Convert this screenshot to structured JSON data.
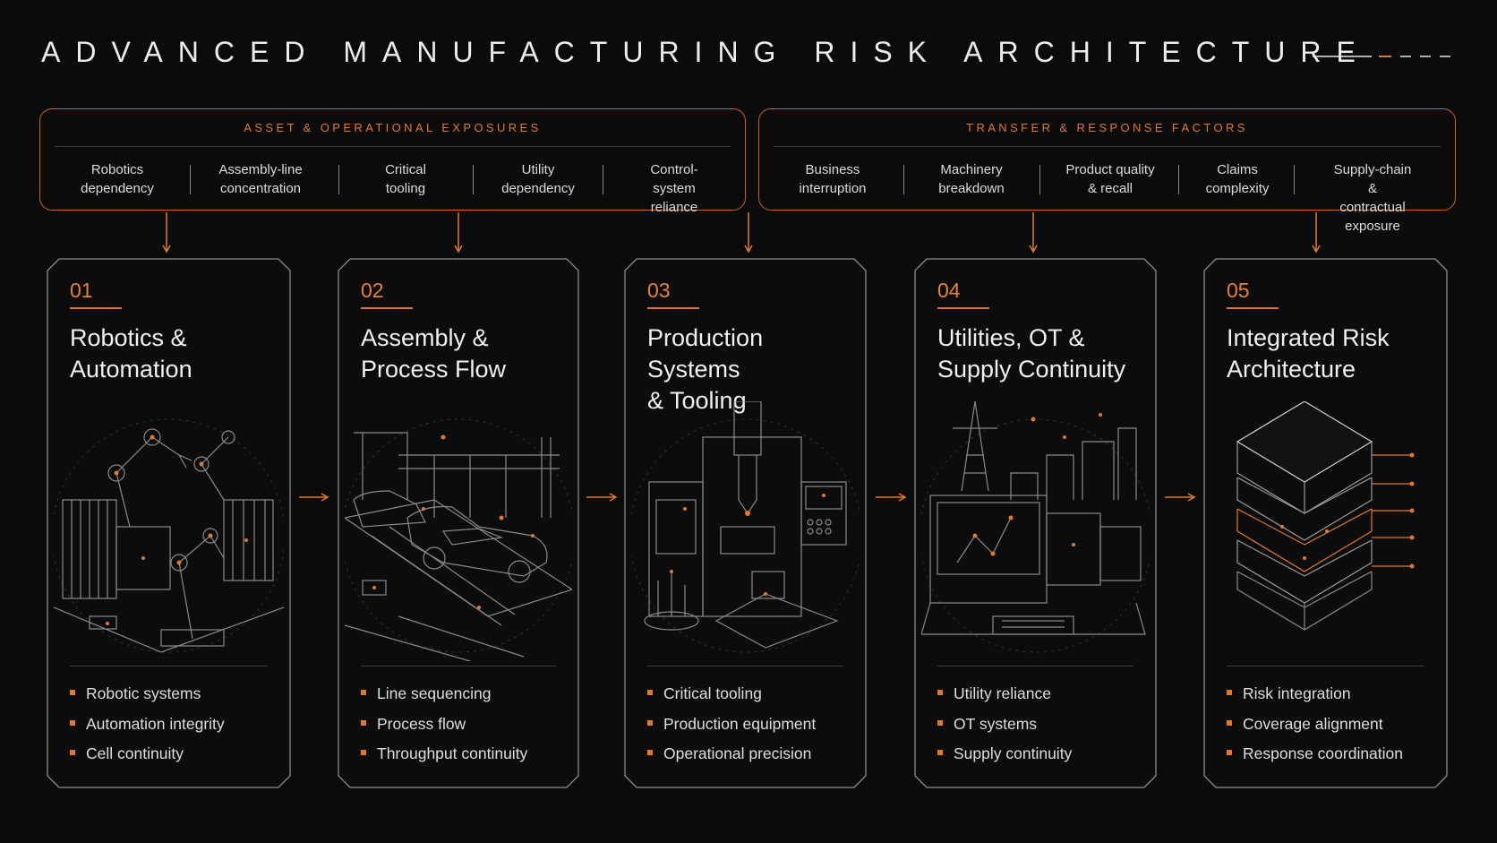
{
  "title": "ADVANCED MANUFACTURING RISK ARCHITECTURE",
  "accent_color": "#e07a2a",
  "exposure_groups": [
    {
      "title": "ASSET & OPERATIONAL EXPOSURES",
      "factors": [
        "Robotics\ndependency",
        "Assembly-line\nconcentration",
        "Critical\ntooling",
        "Utility\ndependency",
        "Control-system\nreliance"
      ]
    },
    {
      "title": "TRANSFER & RESPONSE FACTORS",
      "factors": [
        "Business\ninterruption",
        "Machinery\nbreakdown",
        "Product quality\n& recall",
        "Claims\ncomplexity",
        "Supply-chain &\ncontractual exposure"
      ]
    }
  ],
  "cards": [
    {
      "number": "01",
      "title": "Robotics &\nAutomation",
      "illustration": "robotic-arms-icon",
      "bullets": [
        "Robotic systems",
        "Automation integrity",
        "Cell continuity"
      ]
    },
    {
      "number": "02",
      "title": "Assembly &\nProcess Flow",
      "illustration": "assembly-line-icon",
      "bullets": [
        "Line sequencing",
        "Process flow",
        "Throughput continuity"
      ]
    },
    {
      "number": "03",
      "title": "Production Systems\n& Tooling",
      "illustration": "cnc-machine-icon",
      "bullets": [
        "Critical tooling",
        "Production equipment",
        "Operational precision"
      ]
    },
    {
      "number": "04",
      "title": "Utilities, OT &\nSupply Continuity",
      "illustration": "control-room-icon",
      "bullets": [
        "Utility reliance",
        "OT systems",
        "Supply continuity"
      ]
    },
    {
      "number": "05",
      "title": "Integrated Risk\nArchitecture",
      "illustration": "layered-stack-icon",
      "bullets": [
        "Risk integration",
        "Coverage alignment",
        "Response coordination"
      ]
    }
  ]
}
